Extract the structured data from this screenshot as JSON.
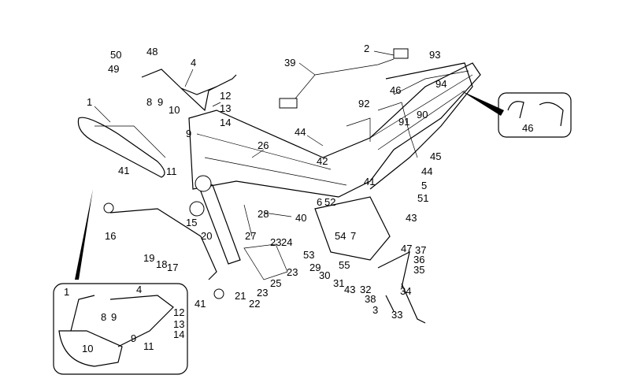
{
  "diagram": {
    "type": "exploded-parts-view",
    "callouts": [
      "50",
      "48",
      "49",
      "4",
      "1",
      "8",
      "9",
      "10",
      "12",
      "13",
      "14",
      "9",
      "11",
      "26",
      "39",
      "2",
      "93",
      "46",
      "94",
      "92",
      "91",
      "90",
      "44",
      "42",
      "41",
      "44",
      "5",
      "45",
      "51",
      "6",
      "52",
      "46",
      "41",
      "16",
      "15",
      "19",
      "18",
      "17",
      "20",
      "27",
      "28",
      "40",
      "23",
      "24",
      "23",
      "25",
      "21",
      "22",
      "23",
      "41",
      "53",
      "29",
      "54",
      "7",
      "55",
      "30",
      "31",
      "43",
      "32",
      "38",
      "3",
      "33",
      "34",
      "35",
      "36",
      "37",
      "47",
      "43"
    ],
    "inset_callouts": [
      "1",
      "4",
      "8",
      "9",
      "12",
      "13",
      "14",
      "9",
      "11",
      "10"
    ]
  }
}
